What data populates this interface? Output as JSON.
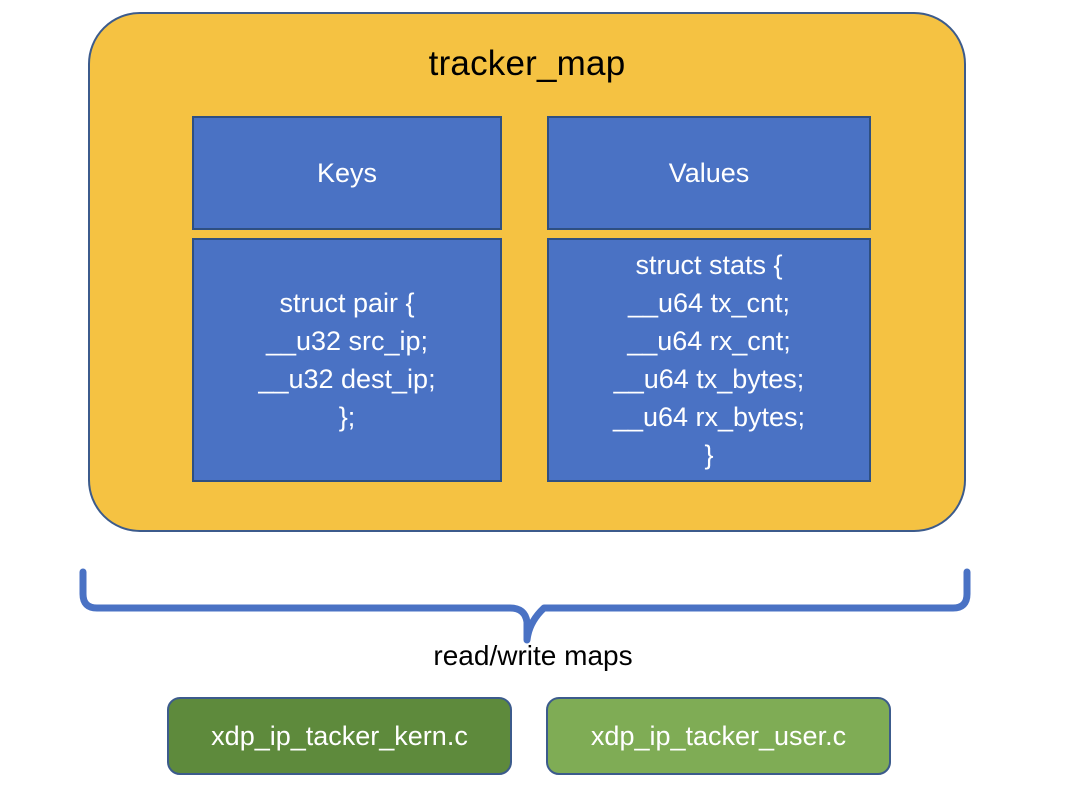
{
  "diagram": {
    "title": "tracker_map",
    "accent_orange": "#F5C242",
    "accent_blue": "#4A72C4",
    "border_blue": "#3C5B8C",
    "green_dark": "#5E8A3C",
    "green_light": "#7FAC55"
  },
  "columns": {
    "keys": {
      "header": "Keys",
      "body_lines": [
        "struct pair {",
        "__u32 src_ip;",
        "__u32 dest_ip;",
        "};"
      ]
    },
    "values": {
      "header": "Values",
      "body_lines": [
        "struct stats {",
        "__u64 tx_cnt;",
        "__u64 rx_cnt;",
        "__u64 tx_bytes;",
        "__u64 rx_bytes;",
        "}"
      ]
    }
  },
  "brace": {
    "label": "read/write maps"
  },
  "programs": [
    {
      "label": "xdp_ip_tacker_kern.c"
    },
    {
      "label": "xdp_ip_tacker_user.c"
    }
  ]
}
